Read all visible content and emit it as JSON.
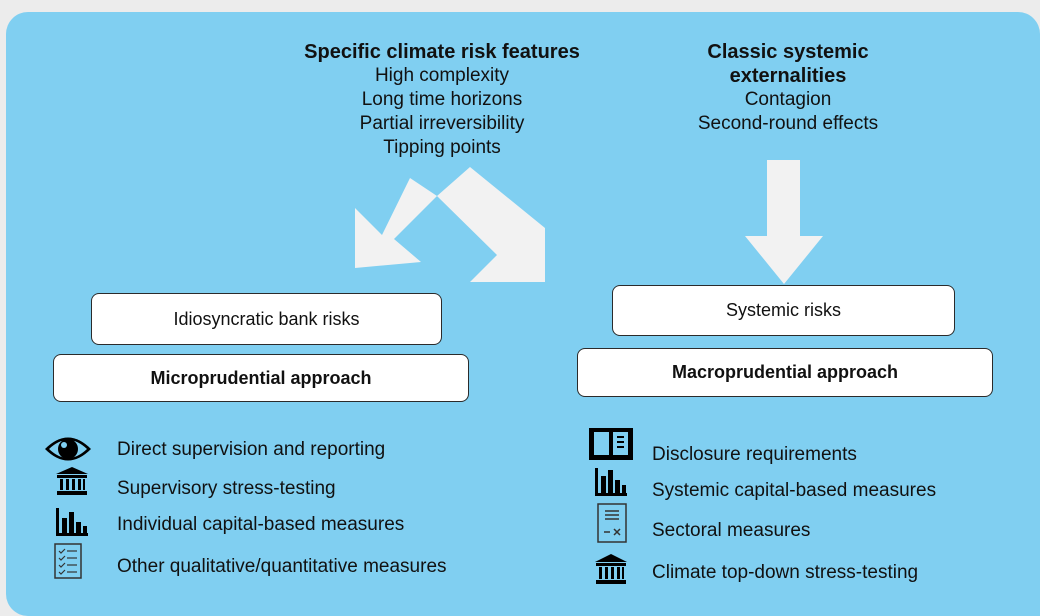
{
  "specific_features": {
    "title": "Specific climate risk features",
    "items": [
      "High complexity",
      "Long time horizons",
      "Partial irreversibility",
      "Tipping points"
    ]
  },
  "systemic_externalities": {
    "title_line1": "Classic systemic",
    "title_line2": "externalities",
    "items": [
      "Contagion",
      "Second-round effects"
    ]
  },
  "left": {
    "risk_box": "Idiosyncratic bank risks",
    "approach_box": "Microprudential approach",
    "measures": [
      {
        "icon": "eye-icon",
        "label": "Direct supervision and reporting"
      },
      {
        "icon": "bank-building-icon",
        "label": "Supervisory stress-testing"
      },
      {
        "icon": "bar-chart-icon",
        "label": "Individual capital-based measures"
      },
      {
        "icon": "checklist-icon",
        "label": "Other qualitative/quantitative measures"
      }
    ]
  },
  "right": {
    "risk_box": "Systemic risks",
    "approach_box": "Macroprudential approach",
    "measures": [
      {
        "icon": "book-icon",
        "label": "Disclosure requirements"
      },
      {
        "icon": "bar-chart-icon",
        "label": "Systemic capital-based measures"
      },
      {
        "icon": "calculator-document-icon",
        "label": "Sectoral measures"
      },
      {
        "icon": "bank-building-icon",
        "label": "Climate top-down stress-testing"
      }
    ]
  },
  "colors": {
    "panel": "#80cff1",
    "arrows": "#f2f2f2",
    "boxes": "#ffffff"
  }
}
